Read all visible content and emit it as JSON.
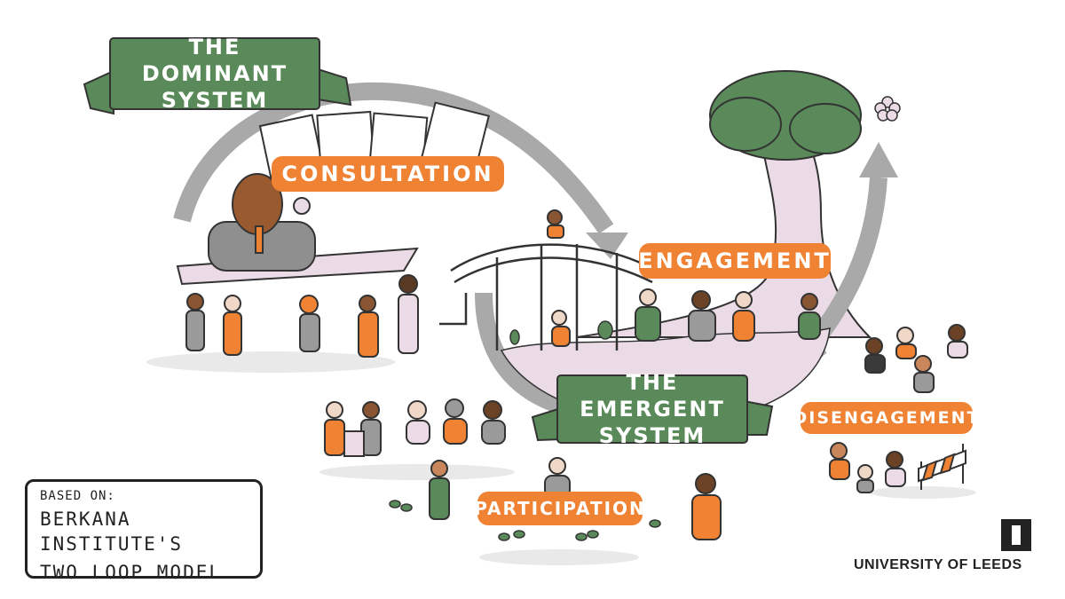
{
  "labels": {
    "dominant_system": "The Dominant System",
    "consultation": "Consultation",
    "engagement": "Engagement",
    "emergent_system": "The Emergent System",
    "disengagement": "Disengagement",
    "participation": "Participation"
  },
  "based_on": {
    "heading": "Based on:",
    "line1": "Berkana Institute's",
    "line2": "Two Loop Model"
  },
  "institution": "UNIVERSITY OF LEEDS",
  "colors": {
    "orange": "#f08233",
    "green": "#5a8a5a",
    "loop_gray": "#a9a9a9",
    "tree_pink": "#eadbe6"
  }
}
